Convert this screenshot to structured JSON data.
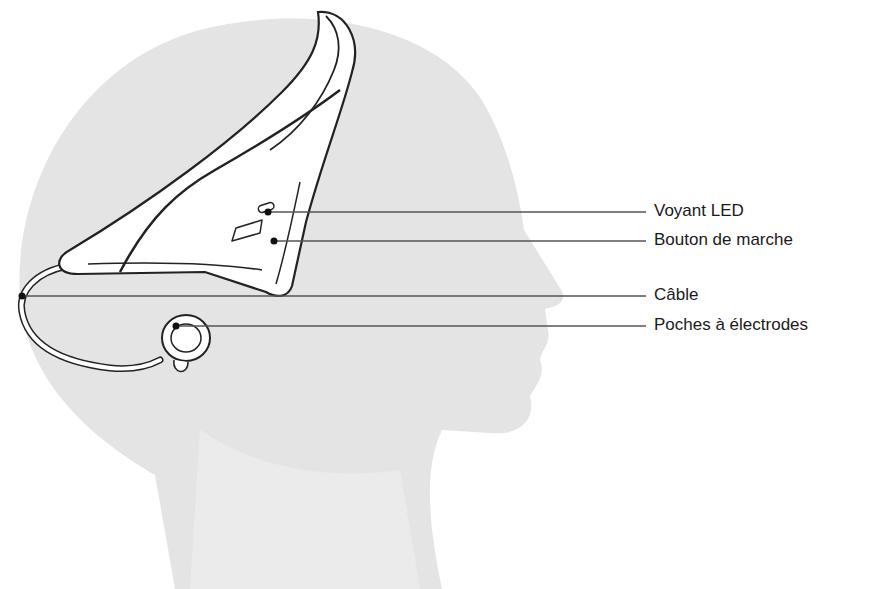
{
  "diagram": {
    "labels": [
      "Voyant LED",
      "Bouton de marche",
      "Câble",
      "Poches à électrodes"
    ]
  }
}
